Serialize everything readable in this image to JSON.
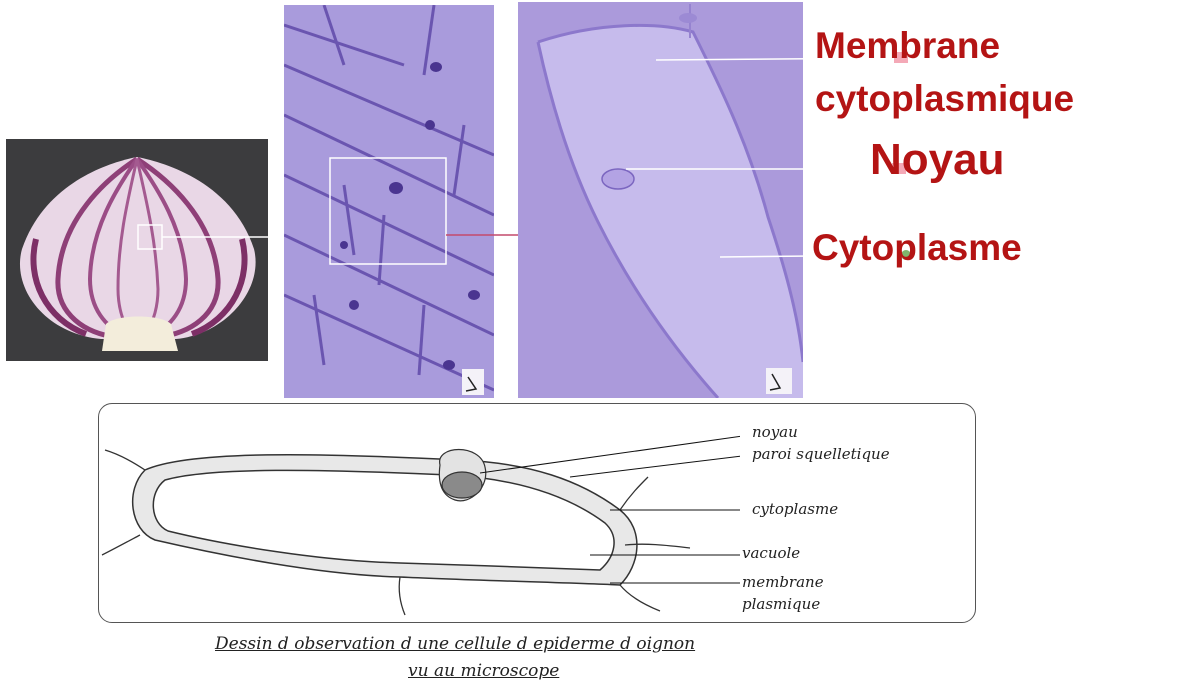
{
  "photo_labels": {
    "membrane_line1": "Membrane",
    "membrane_line2": "cytoplasmique",
    "noyau": "Noyau",
    "cytoplasme": "Cytoplasme"
  },
  "drawing_labels": {
    "noyau": "noyau",
    "paroi": "paroi squelletique",
    "cytoplasme": "cytoplasme",
    "vacuole": "vacuole",
    "membrane_line1": "membrane",
    "membrane_line2": "plasmique"
  },
  "caption": {
    "line1": "Dessin d observation d une cellule d epiderme d oignon",
    "line2": "vu au microscope"
  },
  "colors": {
    "label_red": "#b41414",
    "stain_purple": "#a99bdc",
    "stain_dark": "#6a55b0"
  }
}
